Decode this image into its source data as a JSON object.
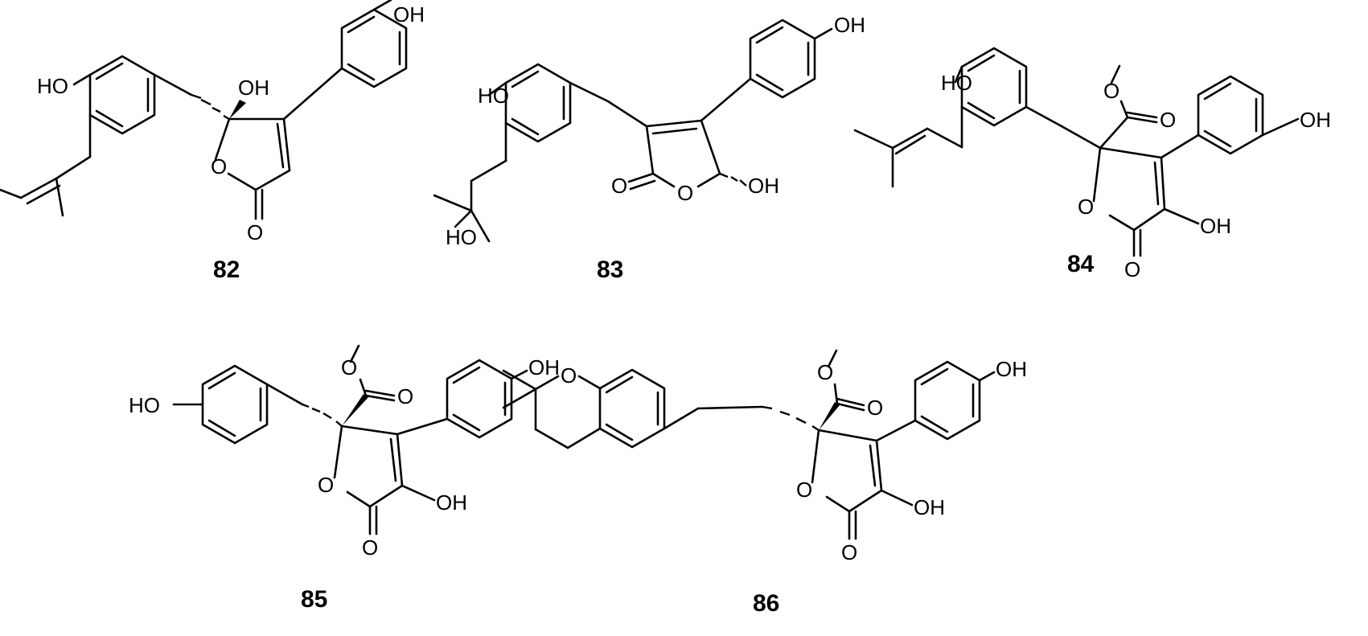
{
  "compounds": [
    {
      "label": "82",
      "atoms": [
        "HO",
        "OH",
        "OH",
        "O",
        "O"
      ]
    },
    {
      "label": "83",
      "atoms": [
        "HO",
        "OH",
        "HO",
        "O",
        "O",
        "OH"
      ]
    },
    {
      "label": "84",
      "atoms": [
        "HO",
        "O",
        "O",
        "OH",
        "O",
        "OH",
        "O"
      ]
    },
    {
      "label": "85",
      "atoms": [
        "HO",
        "O",
        "O",
        "OH",
        "O",
        "OH",
        "O"
      ]
    },
    {
      "label": "86",
      "atoms": [
        "O",
        "O",
        "O",
        "OH",
        "O",
        "OH",
        "O"
      ]
    }
  ]
}
